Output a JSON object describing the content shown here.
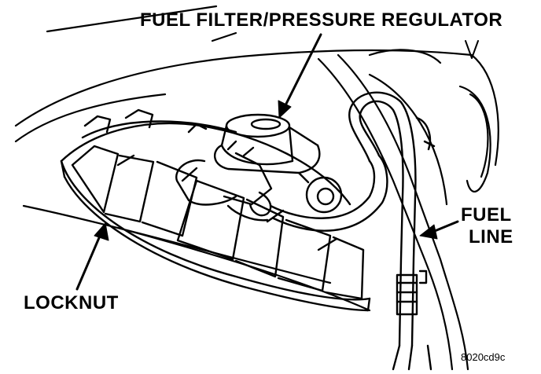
{
  "labels": {
    "fuel_filter_regulator": "FUEL FILTER/PRESSURE REGULATOR",
    "fuel_line_line1": "FUEL",
    "fuel_line_line2": "LINE",
    "locknut": "LOCKNUT",
    "figure_code": "8020cd9c"
  },
  "colors": {
    "ink": "#000000",
    "paper": "#ffffff"
  }
}
